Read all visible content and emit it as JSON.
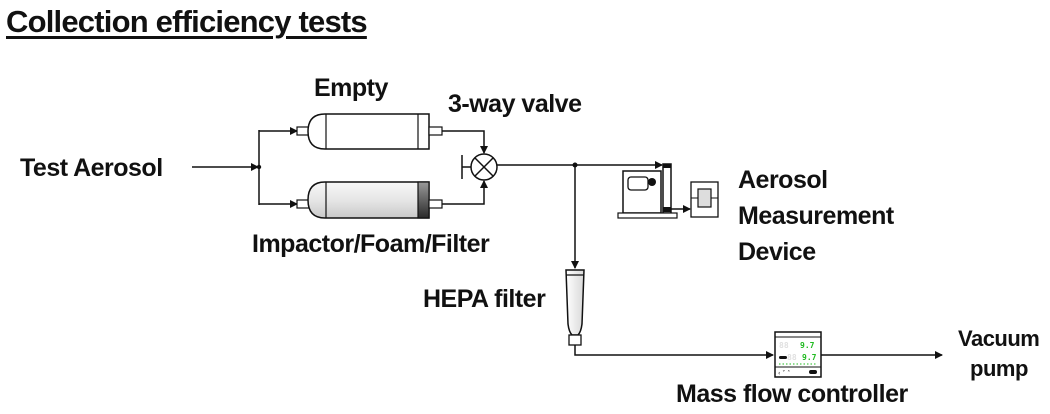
{
  "title": "Collection efficiency tests",
  "labels": {
    "test_aerosol": "Test Aerosol",
    "empty": "Empty",
    "three_way_valve": "3-way valve",
    "impactor": "Impactor/Foam/Filter",
    "hepa_filter": "HEPA filter",
    "aerosol_device_line1": "Aerosol",
    "aerosol_device_line2": "Measurement",
    "aerosol_device_line3": "Device",
    "mass_flow_controller": "Mass flow controller",
    "vacuum_line1": "Vacuum",
    "vacuum_line2": "pump"
  },
  "mfc_display": {
    "top_value": "9.7",
    "bottom_value": "9.7",
    "digit_color": "#22bb22",
    "ghost_digits": "88"
  },
  "colors": {
    "line": "#111111",
    "filter_dark": "#333333",
    "screen_fill": "#dddddd"
  }
}
